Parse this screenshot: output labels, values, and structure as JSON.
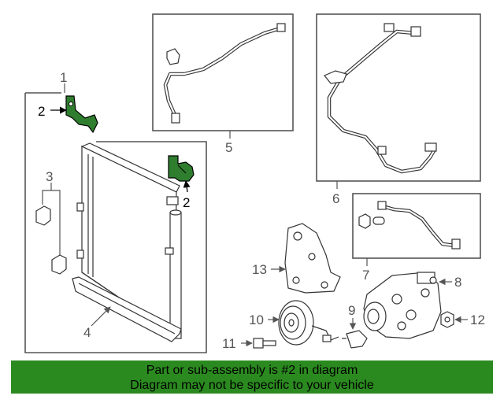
{
  "callouts": {
    "c1": "1",
    "c2a": "2",
    "c2b": "2",
    "c3": "3",
    "c4": "4",
    "c5": "5",
    "c6": "6",
    "c7": "7",
    "c8": "8",
    "c9": "9",
    "c10": "10",
    "c11": "11",
    "c12": "12",
    "c13": "13"
  },
  "banner": {
    "line1": "Part or sub-assembly is #2 in diagram",
    "line2": "Diagram may not be specific to your vehicle"
  },
  "colors": {
    "highlight": "#2f7d2f",
    "banner": "#2b8a1f"
  }
}
